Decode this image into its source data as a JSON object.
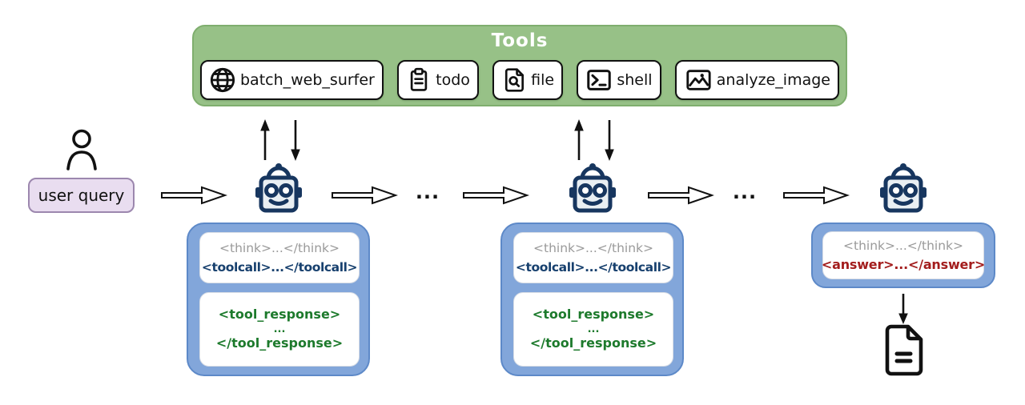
{
  "tools": {
    "title": "Tools",
    "items": [
      {
        "label": "batch_web_surfer",
        "icon": "globe-icon"
      },
      {
        "label": "todo",
        "icon": "clipboard-icon"
      },
      {
        "label": "file",
        "icon": "file-search-icon"
      },
      {
        "label": "shell",
        "icon": "terminal-icon"
      },
      {
        "label": "analyze_image",
        "icon": "image-icon"
      }
    ]
  },
  "user": {
    "label": "user query"
  },
  "turns": {
    "think": "<think>...</think>",
    "toolcall": "<toolcall>...</toolcall>",
    "tool_response_open": "<tool_response>",
    "tool_response_dots": "...",
    "tool_response_close": "</tool_response>",
    "answer": "<answer>...</answer>"
  },
  "ellipsis": "...",
  "colors": {
    "tools_bg": "#97c187",
    "tools_border": "#7fae6e",
    "chip_bg": "#ffffff",
    "chip_border": "#111111",
    "user_box_bg": "#e9ddf0",
    "user_box_border": "#9c87ae",
    "agent_box_bg": "#82a6da",
    "agent_box_border": "#5d89c8",
    "think_text": "#9a9a9a",
    "toolcall_text": "#17406e",
    "tool_response_text": "#1d7a2c",
    "answer_text": "#a31d1d",
    "robot": "#17365f"
  }
}
